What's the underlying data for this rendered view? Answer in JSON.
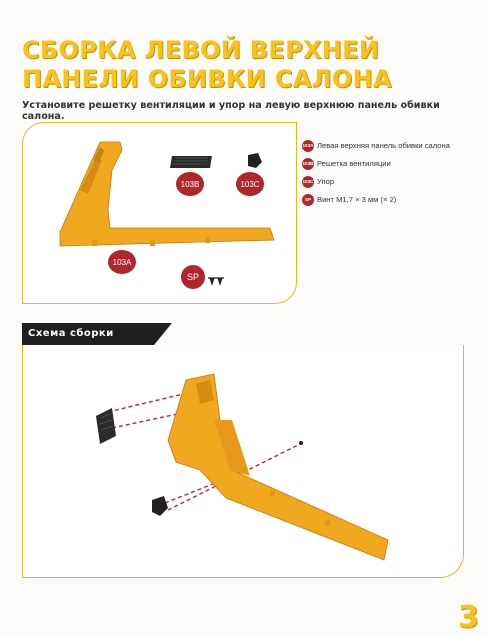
{
  "title_lines": [
    "Сборка левой верхней",
    "панели обивки салона"
  ],
  "subtitle": "Установите решетку вентиляции и упор на левую верхнюю панель обивки салона.",
  "parts": [
    {
      "code": "103A",
      "label": "Левая верхняя панель обивки салона"
    },
    {
      "code": "103B",
      "label": "Решетка вентиляции"
    },
    {
      "code": "103C",
      "label": "Упор"
    },
    {
      "code": "SP",
      "label": "Винт М1,7 × 3 мм (× 2)"
    }
  ],
  "callouts": {
    "a": "103A",
    "b": "103B",
    "c": "103C",
    "sp": "SP"
  },
  "section_title": "Схема сборки",
  "page_number": "3",
  "colors": {
    "accent": "#f8c21c",
    "badge": "#b0262c",
    "part": "#f0a81e",
    "dash": "#c0262c"
  }
}
